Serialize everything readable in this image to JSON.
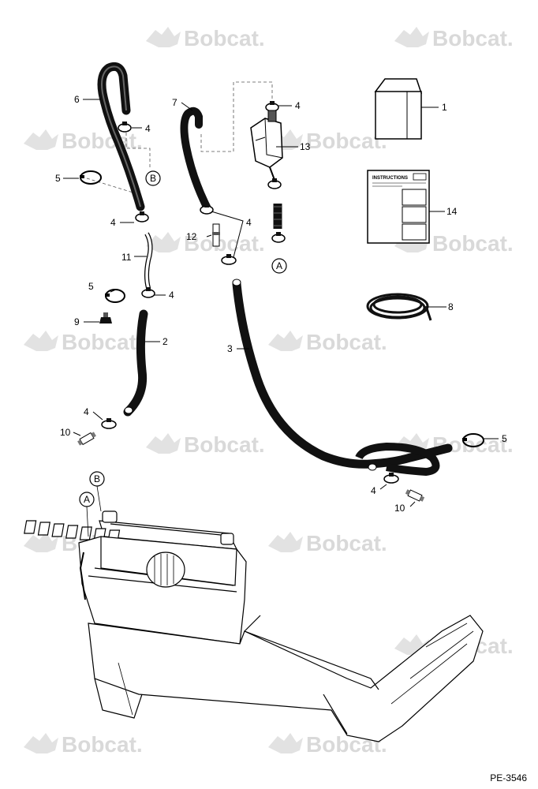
{
  "document": {
    "reference_code": "PE-3546",
    "watermark_text": "Bobcat.",
    "watermark_color": "#d9d9d9",
    "manual_label": "INSTRUCTIONS"
  },
  "callouts": [
    {
      "id": "c1",
      "label": "1"
    },
    {
      "id": "c2",
      "label": "2"
    },
    {
      "id": "c3",
      "label": "3"
    },
    {
      "id": "c4a",
      "label": "4"
    },
    {
      "id": "c4b",
      "label": "4"
    },
    {
      "id": "c4c",
      "label": "4"
    },
    {
      "id": "c4d",
      "label": "4"
    },
    {
      "id": "c4e",
      "label": "4"
    },
    {
      "id": "c4f",
      "label": "4"
    },
    {
      "id": "c4g",
      "label": "4"
    },
    {
      "id": "c5a",
      "label": "5"
    },
    {
      "id": "c5b",
      "label": "5"
    },
    {
      "id": "c5c",
      "label": "5"
    },
    {
      "id": "c6",
      "label": "6"
    },
    {
      "id": "c7",
      "label": "7"
    },
    {
      "id": "c8",
      "label": "8"
    },
    {
      "id": "c9",
      "label": "9"
    },
    {
      "id": "c10a",
      "label": "10"
    },
    {
      "id": "c10b",
      "label": "10"
    },
    {
      "id": "c11",
      "label": "11"
    },
    {
      "id": "c12",
      "label": "12"
    },
    {
      "id": "c13",
      "label": "13"
    },
    {
      "id": "c14",
      "label": "14"
    }
  ],
  "connectors": [
    {
      "id": "A1",
      "label": "A"
    },
    {
      "id": "B1",
      "label": "B"
    },
    {
      "id": "A2",
      "label": "A"
    },
    {
      "id": "B2",
      "label": "B"
    }
  ]
}
